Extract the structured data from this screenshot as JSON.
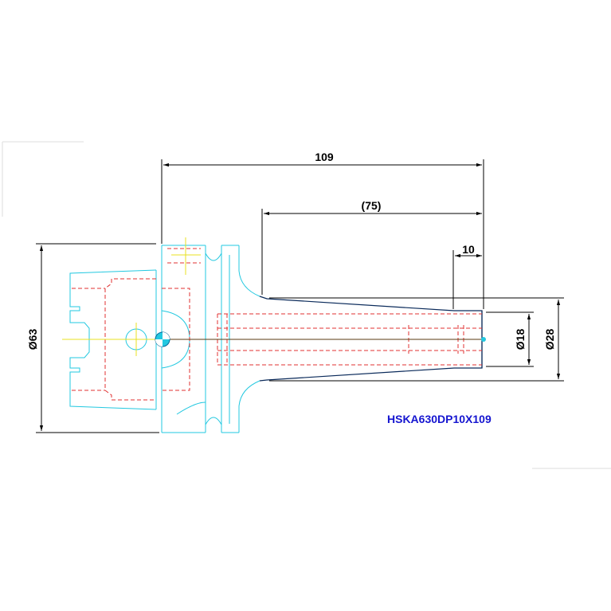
{
  "dimensions": {
    "overall_length": "109",
    "reference_length": "(75)",
    "tip_length": "10",
    "flange_diameter": "Ø63",
    "bore_diameter": "Ø18",
    "nose_diameter": "Ø28"
  },
  "model_code": "HSKA630DP10X109",
  "colors": {
    "outline": "#22c8e0",
    "hidden_lines": "#e03030",
    "dimension_lines": "#000000",
    "shank_profile": "#0a2a5a",
    "centerlines": "#e8e020",
    "model_text": "#1515d0"
  }
}
